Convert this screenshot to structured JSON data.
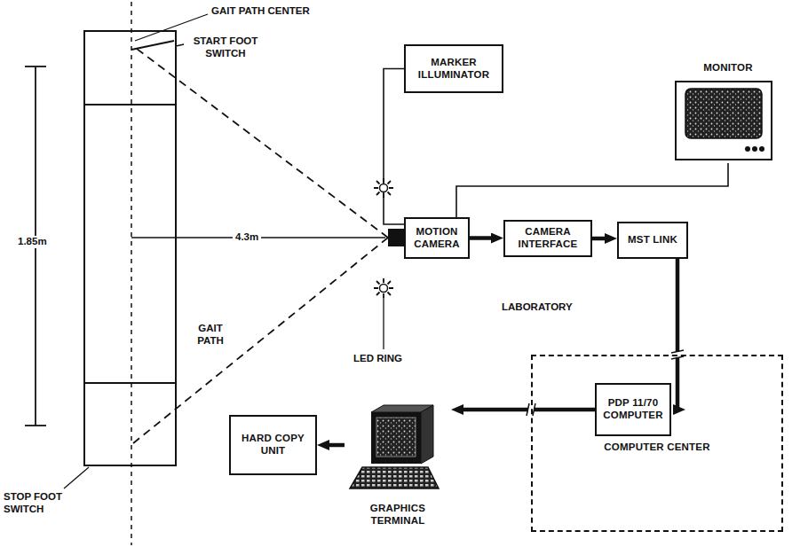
{
  "diagram": {
    "nodes": [
      {
        "text": [
          "MONITOR"
        ]
      },
      {
        "text": [
          "MARKER ILLUMINATOR"
        ]
      },
      {
        "text": [
          "MOTION CAMERA"
        ]
      },
      {
        "text": [
          "CAMERA INTERFACE"
        ]
      },
      {
        "text": [
          "MST LINK"
        ]
      },
      {
        "text": [
          "COMPUTER CENTER"
        ]
      },
      {
        "text": [
          "PDP 11/70 COMPUTER"
        ],
        "in": 5
      },
      {
        "text": [
          "GRAPHICS TERMINAL"
        ]
      },
      {
        "text": [
          "HARD COPY UNIT"
        ]
      }
    ],
    "edges": [
      {
        "from": 1,
        "to": 2,
        "arrow": "none"
      },
      {
        "from": 2,
        "to": 0,
        "arrow": "none"
      },
      {
        "from": 2,
        "to": 3,
        "arrow": "to"
      },
      {
        "from": 3,
        "to": 4,
        "arrow": "to"
      },
      {
        "from": 4,
        "to": 6,
        "arrow": "to"
      },
      {
        "from": 6,
        "to": 7,
        "arrow": "to"
      },
      {
        "from": 7,
        "to": 8,
        "arrow": "to"
      }
    ],
    "labels": [
      "GAIT PATH CENTER",
      "START FOOT SWITCH",
      "1.85m",
      "4.3m",
      "GAIT PATH",
      "LED RING",
      "LABORATORY",
      "STOP FOOT SWITCH"
    ]
  }
}
